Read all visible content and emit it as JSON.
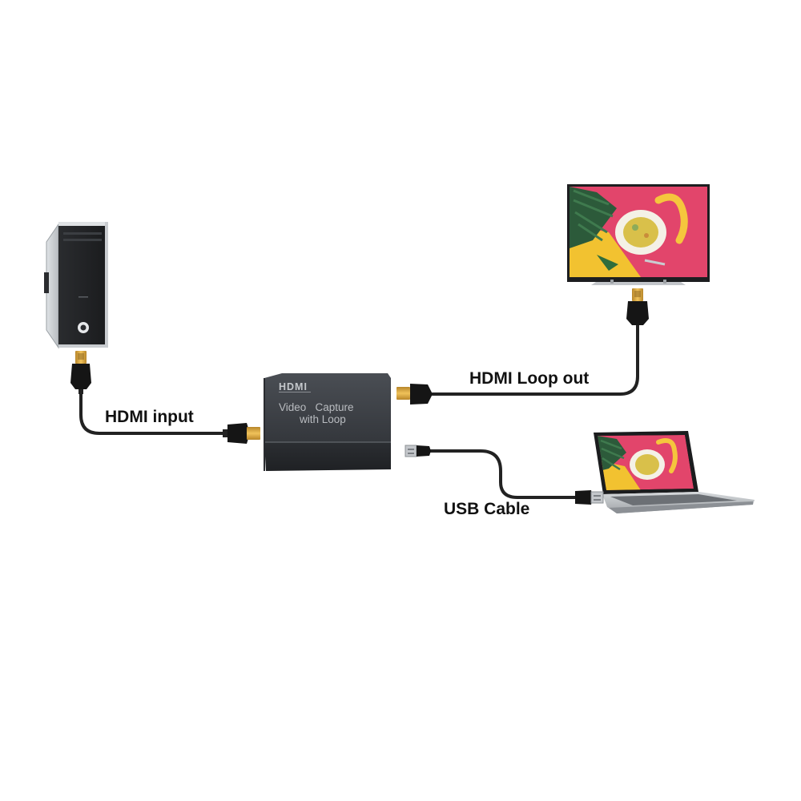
{
  "labels": {
    "hdmi_input": "HDMI input",
    "hdmi_loop_out": "HDMI Loop out",
    "usb_cable": "USB Cable"
  },
  "device": {
    "brand": "HDMI",
    "line1": "Video   Capture",
    "line2": "with Loop"
  },
  "colors": {
    "cable": "#222222",
    "connector_gold": "#d9a53a",
    "device_body": "#3a3d42",
    "screen_background": "#e2456b",
    "screen_yellow": "#f2c230"
  },
  "icons": [
    "pc-tower-icon",
    "hdmi-plug-icon",
    "usb-plug-icon",
    "tv-monitor-icon",
    "laptop-icon",
    "capture-device-icon"
  ]
}
